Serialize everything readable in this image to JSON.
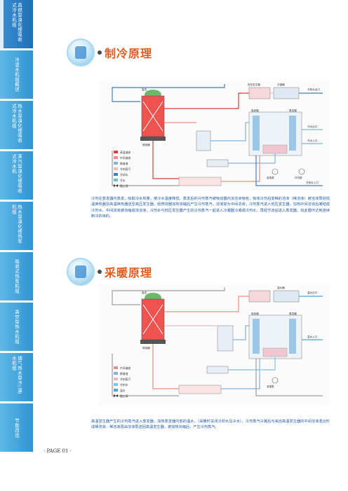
{
  "sidebar": {
    "tabs": [
      {
        "label": "直燃型溴化锂吸收式冷水机组",
        "active": true
      },
      {
        "label": "冷温水机组概述",
        "active": false
      },
      {
        "label": "热水型溴化锂吸收式冷水机组",
        "active": false
      },
      {
        "label": "蒸汽型溴化锂吸收式冷水机",
        "active": false
      },
      {
        "label": "热水型溴化锂热泵机组",
        "active": false
      },
      {
        "label": "吸收式热泵机组",
        "active": false
      },
      {
        "label": "真空型热水机组",
        "active": false
      },
      {
        "label": "烟气热水型冷(温)水机组",
        "active": false
      },
      {
        "label": "节能改造",
        "active": false
      }
    ]
  },
  "cooling": {
    "title": "制冷原理",
    "labels": {
      "a": "高发",
      "b": "低压发生器",
      "c": "冷凝器",
      "d": "蒸发器",
      "e": "吸收器",
      "f": "燃烧器",
      "g": "冷却水出口",
      "h": "冷水出口",
      "i": "冷水入口",
      "j": "冷却水入口",
      "k": "溶液泵",
      "l": "冷剂泵"
    },
    "legend": [
      {
        "label": "高温溶液",
        "color": "#e53935"
      },
      {
        "label": "中间溶液",
        "color": "#f28b82"
      },
      {
        "label": "稀溶液",
        "color": "#7fb3e0"
      },
      {
        "label": "冷剂蒸汽",
        "color": "#f2b6c9"
      },
      {
        "label": "冷却水",
        "color": "#3b7fc4"
      },
      {
        "label": "冷水",
        "color": "#65c3d8"
      },
      {
        "label": "截止阀",
        "color": "#333333"
      }
    ],
    "paragraph": "冷剂在蒸发器内蒸发，吸取冷水热量，使冷水温度降低。蒸发后的冷剂蒸汽被吸收器内浓溶液吸收，吸收冷剂后变稀的溶液（稀溶液）被溶液泵经低温换热器及高温换热器送至高压发生器。经燃烧器加热浓缩后产生冷剂蒸汽，溶液变为中间溶液；冷剂蒸汽进入低压发生器，加热中间溶液后凝结成冷剂水，中间溶液被浓缩成浓溶液，冷剂水与低压发生器产生的冷剂蒸汽一起进入冷凝器冷凝成冷剂水，再经节流后进入蒸发器。如此循环达到连续制冷的目的。"
  },
  "heating": {
    "title": "采暖原理",
    "labels": {
      "a": "高发",
      "b": "温水器",
      "c": "蒸发器",
      "d": "吸收器",
      "e": "温水出口",
      "f": "温水入口",
      "g": "燃烧器",
      "h": "溶液泵"
    },
    "legend": [
      {
        "label": "中间溶液",
        "color": "#f28b82"
      },
      {
        "label": "稀溶液",
        "color": "#7fb3e0"
      },
      {
        "label": "冷剂蒸汽",
        "color": "#f2b6c9"
      },
      {
        "label": "冷剂水",
        "color": "#7ec3e8"
      },
      {
        "label": "温水",
        "color": "#4fa3d8"
      },
      {
        "label": "截止阀",
        "color": "#333333"
      }
    ],
    "paragraph": "高温发生器产生的冷剂蒸汽进入蒸发器，加热蒸发器内部的温水，（采暖时关闭冷却水及冷水），冷剂蒸汽冷凝后与来自高温发生器的中间溶液混合形成稀溶液，稀溶液再由溶液泵送回高温发生器，被加热浓缩后，产生冷剂蒸汽。"
  },
  "footer": {
    "page": "· PAGE 01 ·"
  }
}
